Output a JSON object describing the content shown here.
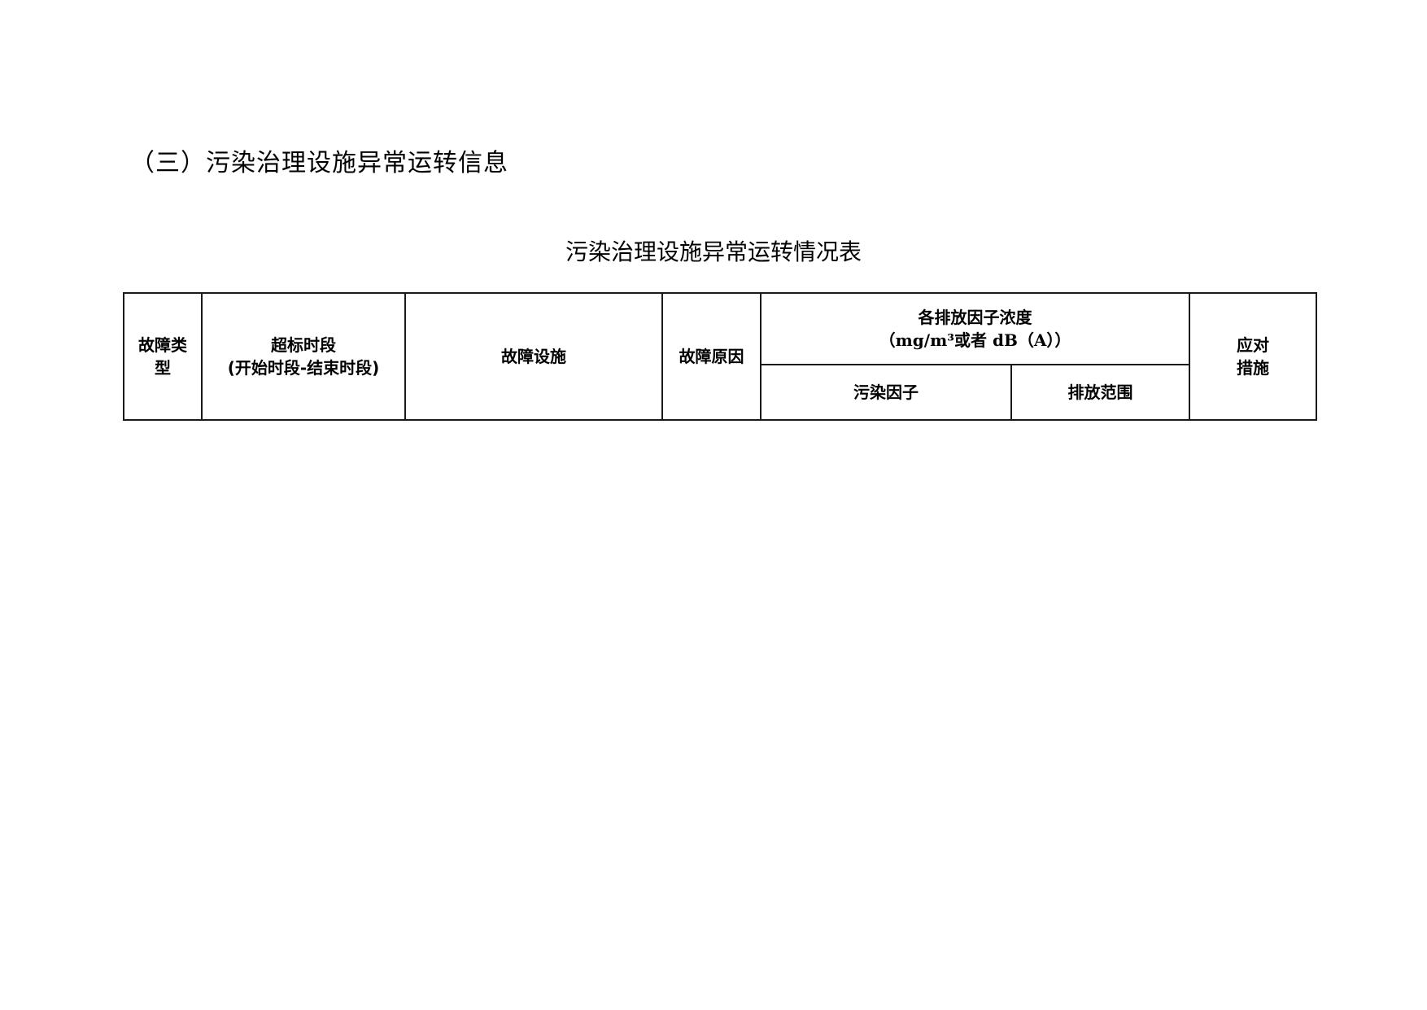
{
  "document": {
    "section_heading": "（三）污染治理设施异常运转信息",
    "table_title": "污染治理设施异常运转情况表"
  },
  "table": {
    "columns": {
      "fault_type": [
        "故障类",
        "型"
      ],
      "exceed_period": [
        "超标时段",
        "(开始时段-结束时段)"
      ],
      "fault_facility": "故障设施",
      "fault_reason": "故障原因",
      "concentration_group": {
        "title": "各排放因子浓度",
        "unit": "（mg/m³或者 dB（A））",
        "sub_columns": {
          "pollutant_factor": "污染因子",
          "emission_range": "排放范围"
        }
      },
      "countermeasures": [
        "应对",
        "措施"
      ]
    },
    "rows": []
  }
}
